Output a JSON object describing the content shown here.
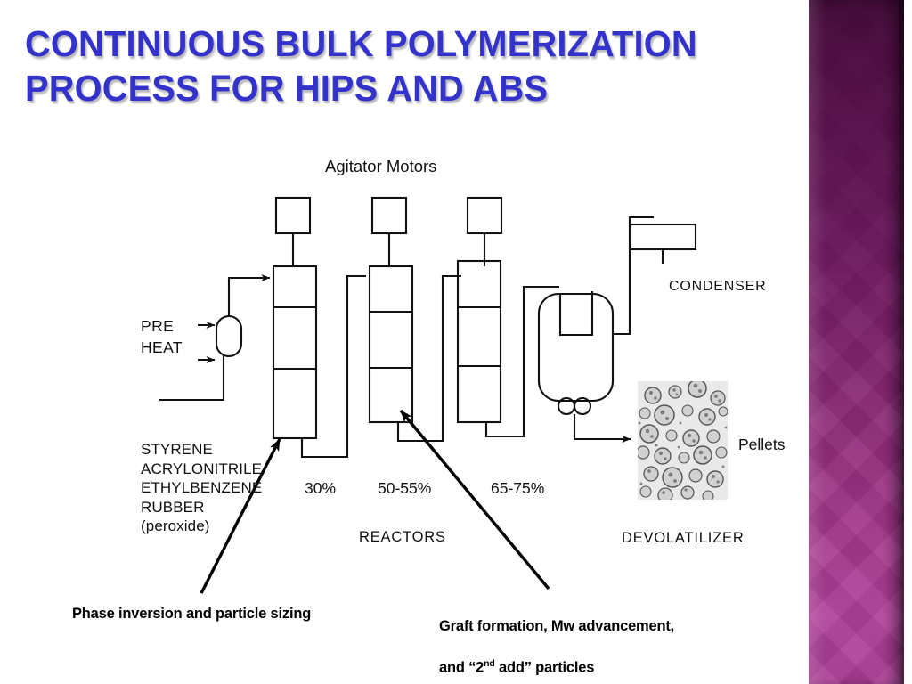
{
  "slide": {
    "title_lines": [
      "CONTINUOUS BULK POLYMERIZATION",
      "PROCESS FOR HIPS AND ABS"
    ],
    "title_color": "#3333cc",
    "background_color": "#ffffff"
  },
  "sidebar": {
    "name": "decorative-purple-panel",
    "gradient_top_color": "#3f0b36",
    "gradient_bottom_color": "#a93d94",
    "pattern": "diamond-lattice"
  },
  "diagram": {
    "title_label": "Agitator Motors",
    "preheat_label_line1": "PRE",
    "preheat_label_line2": "HEAT",
    "condenser_label": "CONDENSER",
    "devolatilizer_label": "DEVOLATILIZER",
    "pellets_label": "Pellets",
    "reactors_label": "REACTORS",
    "feed_lines": [
      "STYRENE",
      "ACRYLONITRILE",
      "ETHYLBENZENE",
      "RUBBER",
      "(peroxide)"
    ],
    "conversions": [
      "30%",
      "50-55%",
      "65-75%"
    ],
    "line_color": "#111111"
  },
  "annotations": {
    "left": "Phase inversion and particle sizing",
    "right_line1": "Graft formation, Mw advancement,",
    "right_line2_pre": "and “2",
    "right_line2_sup": "nd",
    "right_line2_post": " add” particles"
  }
}
